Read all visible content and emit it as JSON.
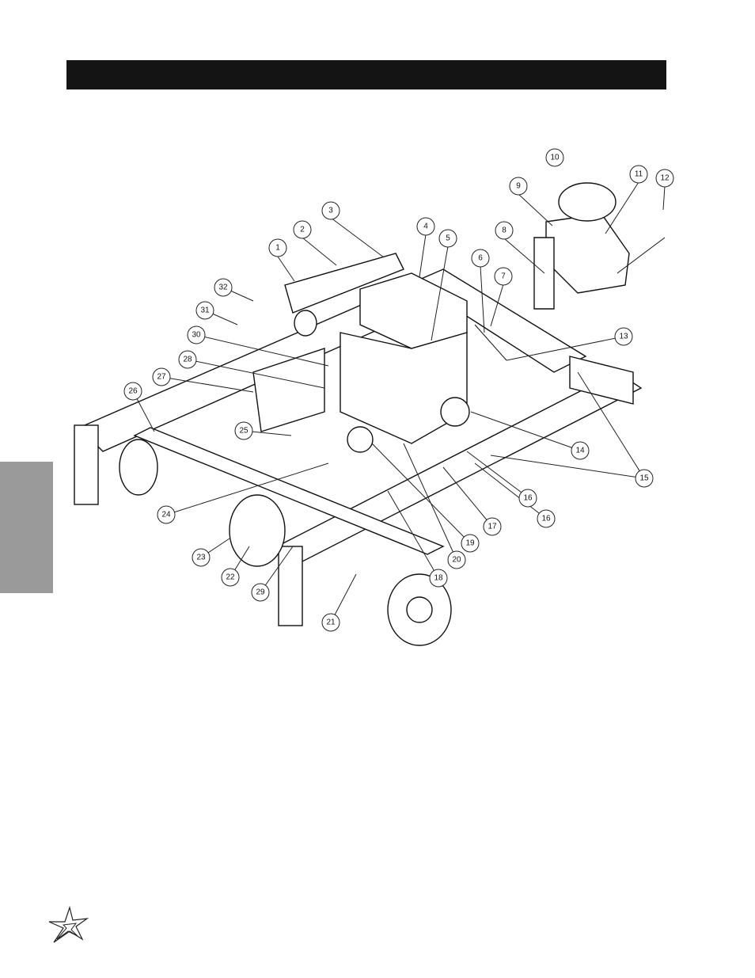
{
  "document": {
    "title": "",
    "side_tab_label": ""
  },
  "diagram": {
    "callouts": [
      "1",
      "2",
      "3",
      "4",
      "5",
      "6",
      "7",
      "8",
      "9",
      "10",
      "11",
      "12",
      "13",
      "14",
      "15",
      "16",
      "16",
      "17",
      "18",
      "19",
      "20",
      "21",
      "22",
      "23",
      "24",
      "25",
      "26",
      "27",
      "28",
      "29",
      "30",
      "31",
      "32"
    ]
  },
  "icons": {
    "logo": "star-logo-icon"
  },
  "colors": {
    "title_bar": "#141414",
    "side_tab": "#9a9a9a"
  }
}
